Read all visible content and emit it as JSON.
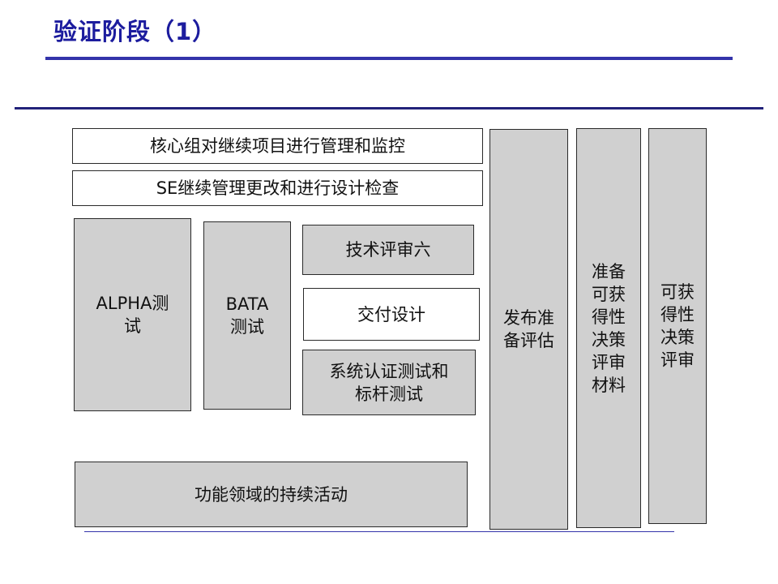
{
  "page": {
    "title": "验证阶段（1）"
  },
  "colors": {
    "title": "#1c1c9e",
    "rule": "#3333aa",
    "gray_box": "#d0d0d0",
    "white_box": "#ffffff",
    "border": "#2a2a2a"
  },
  "diagram": {
    "core_monitor": "核心组对继续项目进行管理和监控",
    "se_review": "SE继续管理更改和进行设计检查",
    "alpha_test": [
      "ALPHA测",
      "试"
    ],
    "bata_test": [
      "BATA",
      "测试"
    ],
    "tech_review": "技术评审六",
    "delivery_design": "交付设计",
    "system_cert": [
      "系统认证测试和",
      "标杆测试"
    ],
    "functional": "功能领域的持续活动",
    "release_eval": [
      "发布准",
      "备评估"
    ],
    "prepare_decision": [
      "准备",
      "可获",
      "得性",
      "决策",
      "评审",
      "材料"
    ],
    "availability_review": [
      "可获",
      "得性",
      "决策",
      "评审"
    ]
  }
}
